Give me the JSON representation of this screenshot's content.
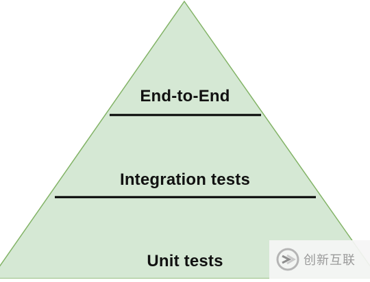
{
  "diagram": {
    "levels": [
      {
        "label": "End-to-End"
      },
      {
        "label": "Integration tests"
      },
      {
        "label": "Unit tests"
      }
    ],
    "fill_color": "#d5e8d4",
    "stroke_color": "#82b366",
    "divider_color": "#000000"
  },
  "watermark": {
    "text": "创新互联",
    "icon": "swoosh-logo-icon"
  }
}
